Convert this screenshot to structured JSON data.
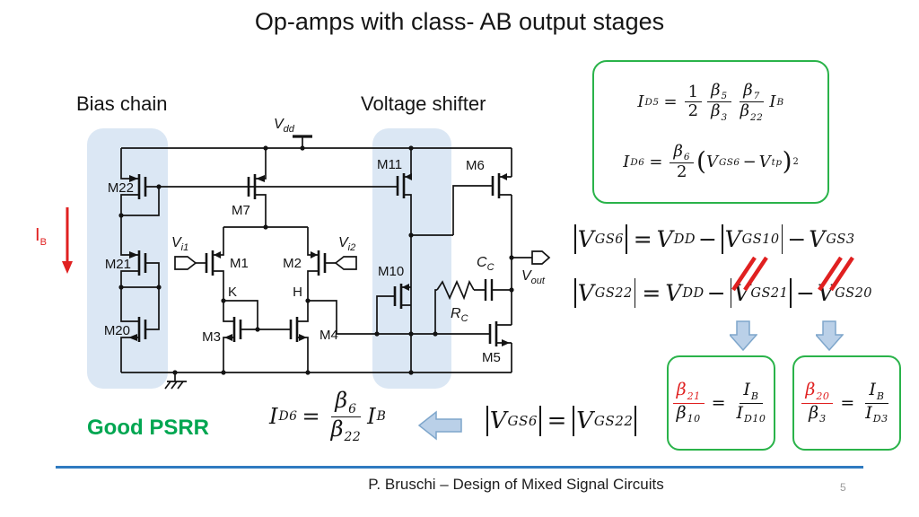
{
  "title": "Op-amps with class- AB output stages",
  "section_labels": {
    "bias_chain": "Bias chain",
    "voltage_shifter": "Voltage shifter"
  },
  "circuit": {
    "transistors": {
      "m22": "M22",
      "m21": "M21",
      "m20": "M20",
      "m7": "M7",
      "m11": "M11",
      "m6": "M6",
      "m1": "M1",
      "m2": "M2",
      "m3": "M3",
      "m4": "M4",
      "m10": "M10",
      "m5": "M5"
    },
    "nodes": {
      "k": "K",
      "h": "H"
    },
    "ib": {
      "base": "I",
      "sub": "B"
    },
    "vdd": {
      "base": "V",
      "sub": "dd"
    },
    "vi1": {
      "base": "V",
      "sub": "i1"
    },
    "vi2": {
      "base": "V",
      "sub": "i2"
    },
    "vout": {
      "base": "V",
      "sub": "out"
    },
    "cc": {
      "base": "C",
      "sub": "C"
    },
    "rc": {
      "base": "R",
      "sub": "C"
    }
  },
  "eq_id5": {
    "lhs": "I",
    "lhs_sub": "D5",
    "equals": "=",
    "half_num": "1",
    "half_den": "2",
    "f2_num": "β",
    "f2_num_sub": "5",
    "f2_den": "β",
    "f2_den_sub": "3",
    "f3_num": "β",
    "f3_num_sub": "7",
    "f3_den": "β",
    "f3_den_sub": "22",
    "rhs": "I",
    "rhs_sub": "B"
  },
  "eq_id6_sq": {
    "lhs": "I",
    "lhs_sub": "D6",
    "equals": "=",
    "f_num": "β",
    "f_num_sub": "6",
    "f_den": "2",
    "lparen": "(",
    "v1": "V",
    "v1_sub": "GS6",
    "minus": "−",
    "v2": "V",
    "v2_sub": "tp",
    "rparen": ")",
    "power": "2"
  },
  "eq_vgs6": {
    "lhs": "V",
    "lhs_sub": "GS6",
    "equals": "=",
    "t1": "V",
    "t1_sub": "DD",
    "minus1": "−",
    "t2": "V",
    "t2_sub": "GS10",
    "minus2": "−",
    "t3": "V",
    "t3_sub": "GS3"
  },
  "eq_vgs22": {
    "lhs": "V",
    "lhs_sub": "GS22",
    "equals": "=",
    "t1": "V",
    "t1_sub": "DD",
    "minus1": "−",
    "t2": "V",
    "t2_sub": "GS21",
    "minus2": "−",
    "t3": "V",
    "t3_sub": "GS20"
  },
  "eq_beta21": {
    "f_num": "β",
    "f_num_sub": "21",
    "f_den": "β",
    "f_den_sub": "10",
    "equals": "=",
    "g_num": "I",
    "g_num_sub": "B",
    "g_den": "I",
    "g_den_sub": "D10"
  },
  "eq_beta20": {
    "f_num": "β",
    "f_num_sub": "20",
    "f_den": "β",
    "f_den_sub": "3",
    "equals": "=",
    "g_num": "I",
    "g_num_sub": "B",
    "g_den": "I",
    "g_den_sub": "D3"
  },
  "eq_id6_ib": {
    "lhs": "I",
    "lhs_sub": "D6",
    "equals": "=",
    "f_num": "β",
    "f_num_sub": "6",
    "f_den": "β",
    "f_den_sub": "22",
    "rhs": "I",
    "rhs_sub": "B"
  },
  "eq_vgs_eq": {
    "lhs": "V",
    "lhs_sub": "GS6",
    "equals": "=",
    "rhs": "V",
    "rhs_sub": "GS22"
  },
  "psrr": {
    "label": "Good PSRR"
  },
  "footer": {
    "credit": "P. Bruschi – Design of Mixed Signal Circuits",
    "page": "5"
  },
  "colors": {
    "box_green": "#2ab34a",
    "psrr_green": "#00a651",
    "accent_red": "#e02020",
    "highlight_blue": "#dbe7f4",
    "arrow_fill": "#bad0e8",
    "arrow_stroke": "#7ea6cb",
    "footer_blue": "#2f7ac0",
    "wire_black": "#131313"
  }
}
